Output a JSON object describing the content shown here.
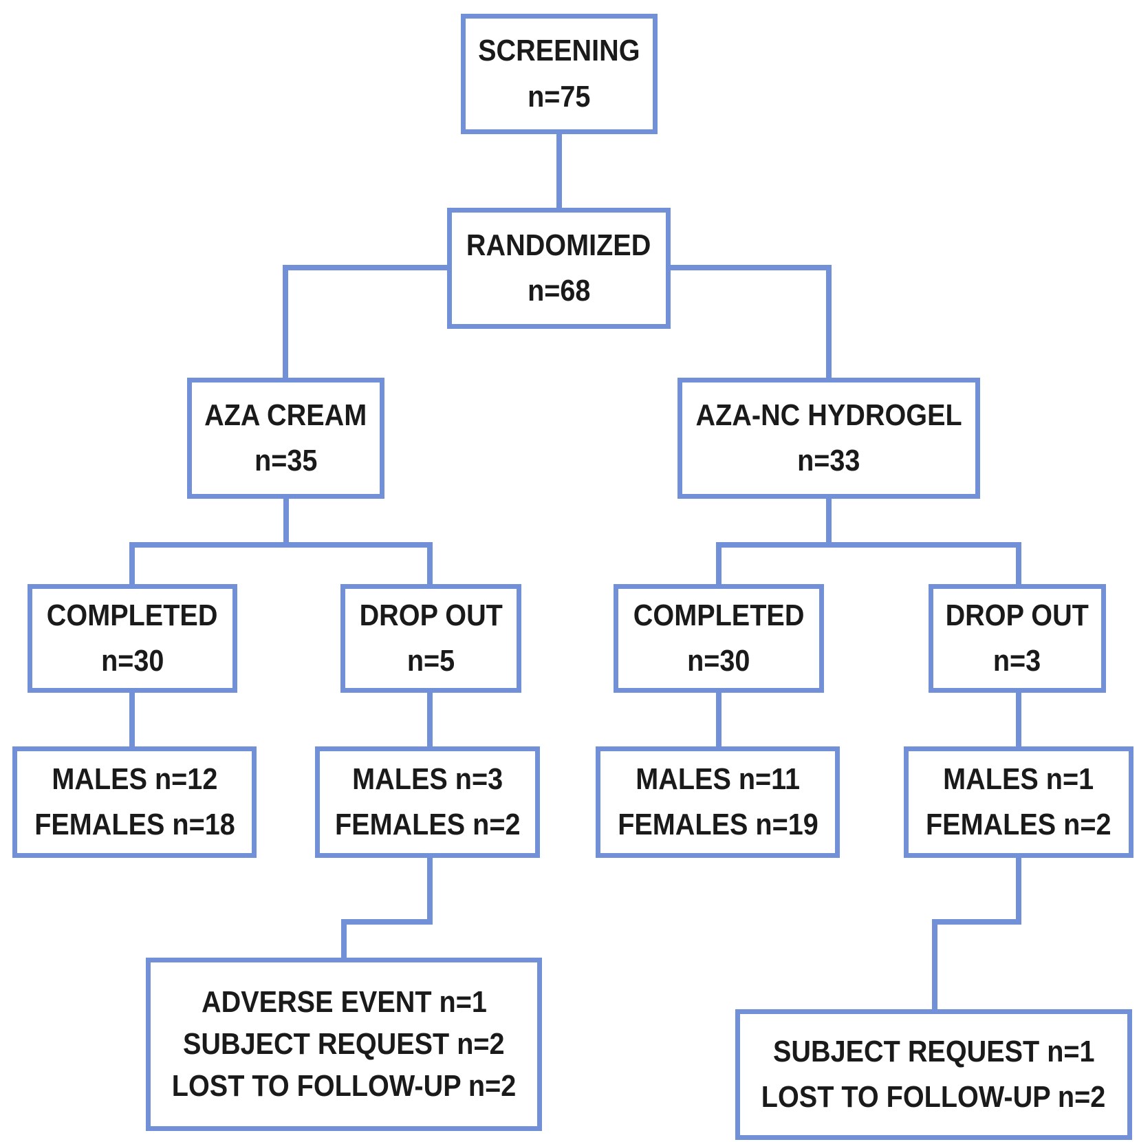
{
  "colors": {
    "accent": "#7290d8",
    "text": "#1a1a1a",
    "background": "#ffffff"
  },
  "nodes": {
    "screening": {
      "lines": [
        "SCREENING",
        "n=75"
      ]
    },
    "randomized": {
      "lines": [
        "RANDOMIZED",
        "n=68"
      ]
    },
    "aza_cream": {
      "lines": [
        "AZA CREAM",
        "n=35"
      ]
    },
    "aza_nc_hydrogel": {
      "lines": [
        "AZA-NC HYDROGEL",
        "n=33"
      ]
    },
    "completed_aza_cream": {
      "lines": [
        "COMPLETED",
        "n=30"
      ]
    },
    "dropout_aza_cream": {
      "lines": [
        "DROP OUT",
        "n=5"
      ]
    },
    "completed_aza_nc": {
      "lines": [
        "COMPLETED",
        "n=30"
      ]
    },
    "dropout_aza_nc": {
      "lines": [
        "DROP OUT",
        "n=3"
      ]
    },
    "sex_completed_aza_cream": {
      "lines": [
        "MALES n=12",
        "FEMALES n=18"
      ]
    },
    "sex_dropout_aza_cream": {
      "lines": [
        "MALES n=3",
        "FEMALES n=2"
      ]
    },
    "sex_completed_aza_nc": {
      "lines": [
        "MALES n=11",
        "FEMALES n=19"
      ]
    },
    "sex_dropout_aza_nc": {
      "lines": [
        "MALES n=1",
        "FEMALES n=2"
      ]
    },
    "dropout_reasons_aza_cream": {
      "lines": [
        "ADVERSE EVENT n=1",
        "SUBJECT REQUEST n=2",
        "LOST TO FOLLOW-UP n=2"
      ]
    },
    "dropout_reasons_aza_nc": {
      "lines": [
        "SUBJECT REQUEST n=1",
        "LOST TO FOLLOW-UP n=2"
      ]
    }
  }
}
